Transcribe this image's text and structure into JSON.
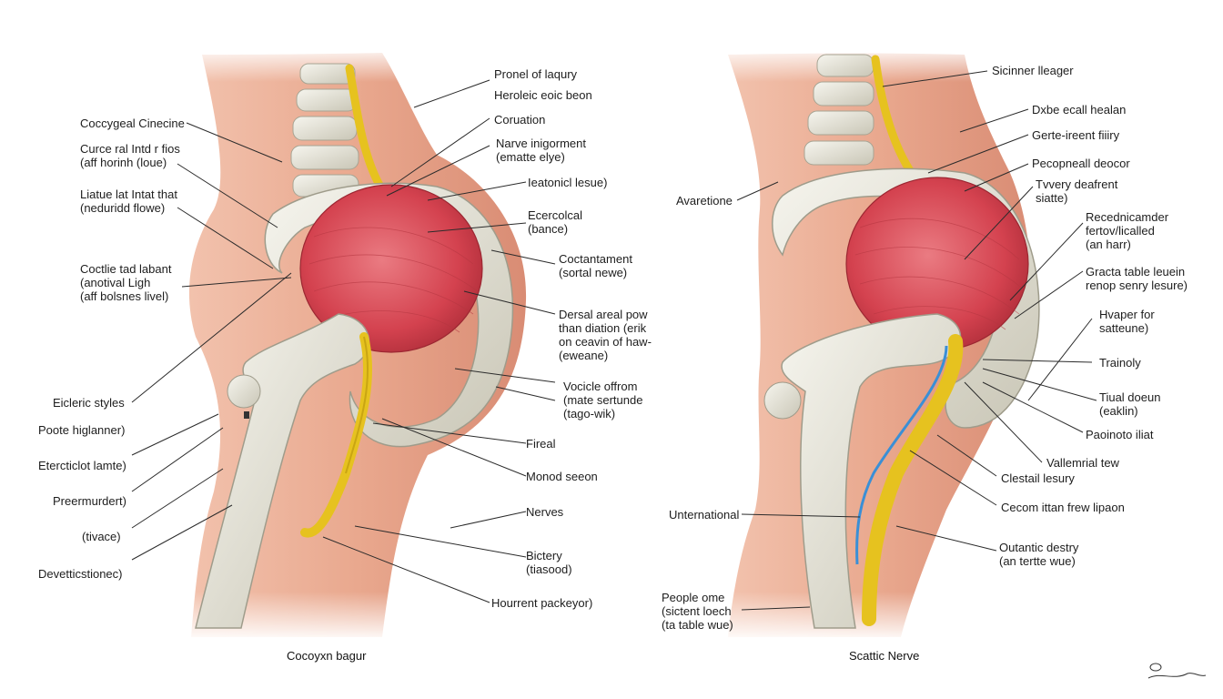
{
  "colors": {
    "skin": "#e9a88e",
    "skin_dark": "#d98c74",
    "bone": "#ecebe2",
    "bone_shade": "#b9b6a6",
    "muscle": "#d4424f",
    "muscle_light": "#ea7b82",
    "nerve": "#e6c21f",
    "vessel": "#3a8fd6"
  },
  "left_panel": {
    "caption": "Cocoyxn bagur",
    "labels_right": [
      {
        "lines": [
          "Pronel of laqury"
        ]
      },
      {
        "lines": [
          "Heroleic eoic beon"
        ]
      },
      {
        "lines": [
          "Coruation"
        ]
      },
      {
        "lines": [
          "Narve inigorment",
          "(ematte elye)"
        ]
      },
      {
        "lines": [
          "Ieatonicl lesue)"
        ]
      },
      {
        "lines": [
          "Ecercolcal",
          "(bance)"
        ]
      },
      {
        "lines": [
          "Coctantament",
          "(sortal newe)"
        ]
      },
      {
        "lines": [
          "Dersal areal pow",
          "than diation (erik",
          "on ceavin of haw-",
          "(eweane)"
        ]
      },
      {
        "lines": [
          "Vocicle offrom",
          "(mate sertunde",
          "(tago-wik)"
        ]
      },
      {
        "lines": [
          "Fireal"
        ]
      },
      {
        "lines": [
          "Monod seeon"
        ]
      },
      {
        "lines": [
          "Nerves"
        ]
      },
      {
        "lines": [
          "Bictery",
          "(tiasood)"
        ]
      },
      {
        "lines": [
          "Hourrent packeyor)"
        ]
      }
    ],
    "labels_left": [
      {
        "lines": [
          "Coccygeal Cinecine"
        ]
      },
      {
        "lines": [
          "Curce ral Intd r fios",
          "(aff horinh (loue)"
        ]
      },
      {
        "lines": [
          "Liatue lat Intat that",
          "(neduridd flowe)"
        ]
      },
      {
        "lines": [
          "Coctlie tad labant",
          "(anotival Ligh",
          "(aff bolsnes livel)"
        ]
      },
      {
        "lines": [
          "Eicleric styles"
        ]
      },
      {
        "lines": [
          "Poote higlanner)"
        ]
      },
      {
        "lines": [
          "Etercticlot lamte)"
        ]
      },
      {
        "lines": [
          "Preermurdert)"
        ]
      },
      {
        "lines": [
          "(tivace)"
        ]
      },
      {
        "lines": [
          "Devetticstionec)"
        ]
      }
    ]
  },
  "right_panel": {
    "caption": "Scattic Nerve",
    "labels_right": [
      {
        "lines": [
          "Sicinner lleager"
        ]
      },
      {
        "lines": [
          "Dxbe ecall healan"
        ]
      },
      {
        "lines": [
          "Gerte-ireent fiiiry"
        ]
      },
      {
        "lines": [
          "Pecopneall deocor"
        ]
      },
      {
        "lines": [
          "Tvvery deafrent",
          "siatte)"
        ]
      },
      {
        "lines": [
          "Recednicamder",
          "fertov/licalled",
          "(an harr)"
        ]
      },
      {
        "lines": [
          "Gracta table leuein",
          "renop senry lesure)"
        ]
      },
      {
        "lines": [
          "Hvaper for",
          "satteune)"
        ]
      },
      {
        "lines": [
          "Trainoly"
        ]
      },
      {
        "lines": [
          "Tiual doeun",
          "(eaklin)"
        ]
      },
      {
        "lines": [
          "Paoinoto iliat"
        ]
      },
      {
        "lines": [
          "Vallemrial tew"
        ]
      },
      {
        "lines": [
          "Clestail lesury"
        ]
      },
      {
        "lines": [
          "Cecom ittan frew lipaon"
        ]
      },
      {
        "lines": [
          "Outantic destry",
          "(an tertte wue)"
        ]
      }
    ],
    "labels_left": [
      {
        "lines": [
          "Avaretione"
        ]
      },
      {
        "lines": [
          "Unternational"
        ]
      },
      {
        "lines": [
          "People ome",
          "(sictent loech",
          "(ta table wue)"
        ]
      }
    ]
  }
}
